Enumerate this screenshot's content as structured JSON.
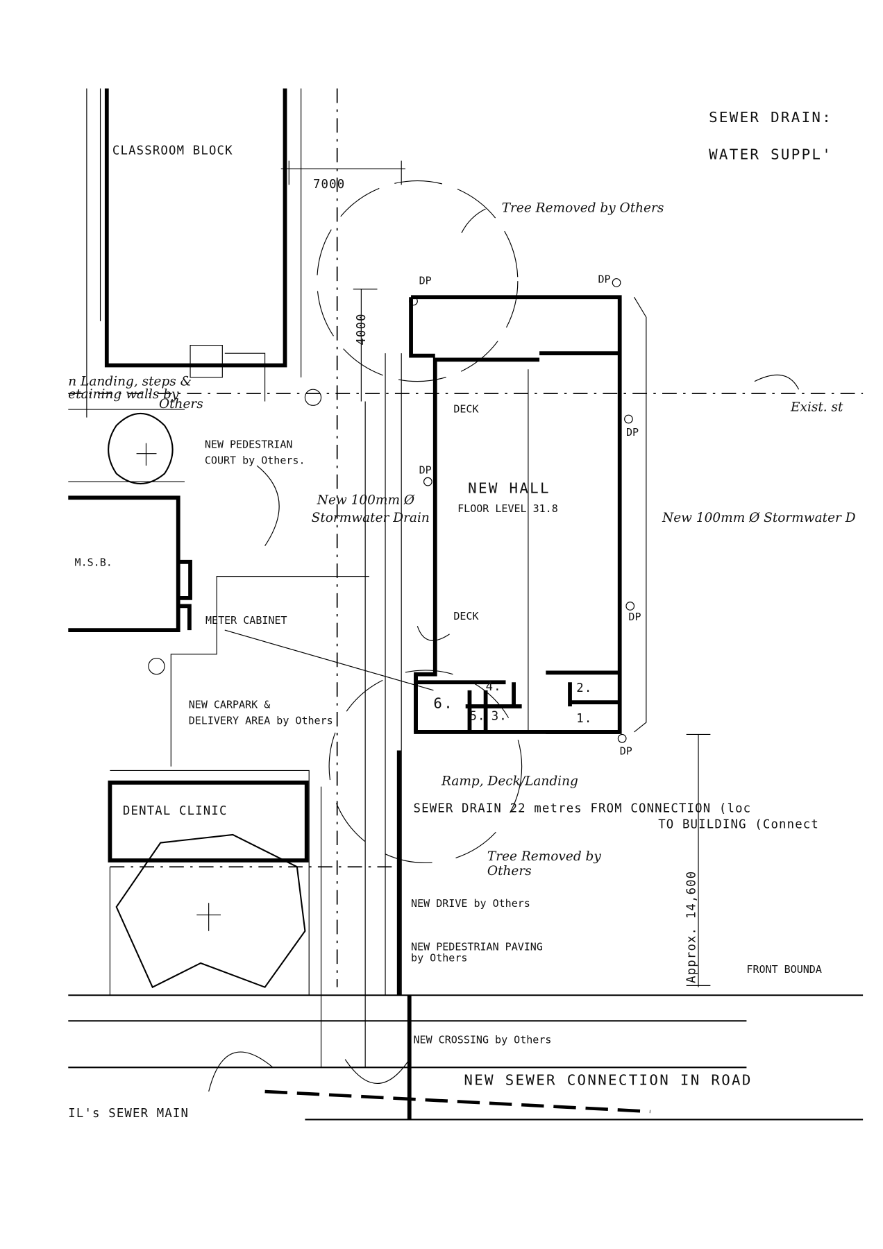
{
  "legend": {
    "sewer_drain": "SEWER DRAIN:",
    "water_supply": "WATER SUPPL'"
  },
  "buildings": {
    "classroom": "CLASSROOM BLOCK",
    "msb": "M.S.B.",
    "dental": "DENTAL CLINIC",
    "hall_title": "NEW HALL",
    "hall_floor": "FLOOR LEVEL 31.8",
    "rooms": [
      "6.",
      "5.",
      "3.",
      "4.",
      "2.",
      "1."
    ]
  },
  "dimensions": {
    "d7000": "7000",
    "d4000": "4000",
    "d14600": "Approx. 14,600"
  },
  "downpipes": [
    "DP",
    "DP",
    "DP",
    "DP",
    "DP",
    "DP"
  ],
  "notes": {
    "tree_top": "Tree Removed by Others",
    "landing_1": "n Landing, steps &",
    "landing_2": "etaining walls by",
    "landing_3": "Others",
    "deck_top": "DECK",
    "exist": "Exist. st",
    "court_1": "NEW PEDESTRIAN",
    "court_2": "COURT by Others.",
    "storm_left_1": "New 100mm Ø",
    "storm_left_2": "Stormwater Drain",
    "storm_right": "New 100mm Ø Stormwater D",
    "deck_mid": "DECK",
    "meter": "METER CABINET",
    "carpark_1": "NEW CARPARK &",
    "carpark_2": "DELIVERY AREA by Others",
    "ramp": "Ramp, Deck/Landing",
    "sewer_drain_1": "SEWER DRAIN 22 metres FROM CONNECTION (loc",
    "sewer_drain_2": "TO BUILDING (Connect",
    "tree_bottom_1": "Tree Removed by",
    "tree_bottom_2": "Others",
    "drive": "NEW DRIVE   by Others",
    "paving_1": "NEW PEDESTRIAN PAVING",
    "paving_2": "by Others",
    "front": "FRONT  BOUNDA",
    "crossing": "NEW CROSSING  by Others",
    "sewer_conn": "NEW SEWER CONNECTION IN ROAD",
    "sewer_main": "IL's SEWER MAIN"
  }
}
